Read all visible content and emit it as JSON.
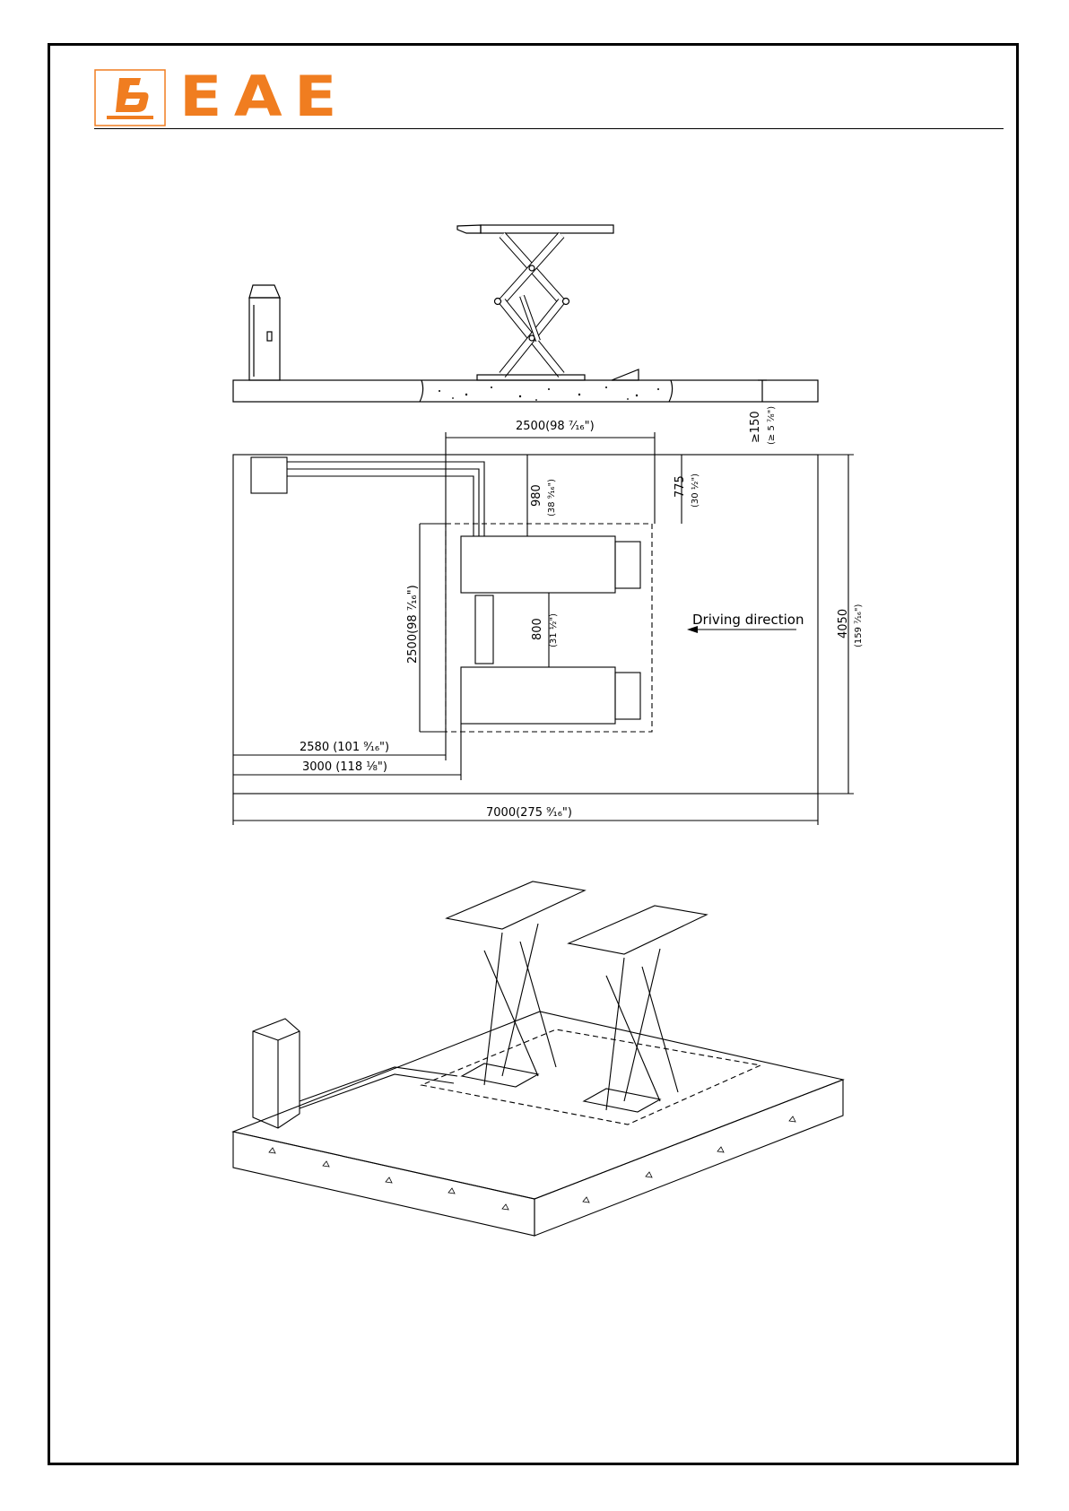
{
  "header": {
    "brand": "EAE",
    "brand_color": "#f07d20",
    "logo_icon": "eae-logo-icon"
  },
  "plan_view": {
    "driving_direction": "Driving direction",
    "dimensions": {
      "top_width": "2500(98 ⁷⁄₁₆\")",
      "depth_980": "980",
      "depth_980_in": "(38 ⁹⁄₁₆\")",
      "depth_775": "775",
      "depth_775_in": "(30 ½\")",
      "left_height": "2500(98 ⁷⁄₁₆\")",
      "gap_800": "800",
      "gap_800_in": "(31 ½\")",
      "height_4050": "4050",
      "height_4050_in": "(159 ⁷⁄₁₆\")",
      "offset_2580": "2580 (101 ⁹⁄₁₆\")",
      "offset_3000": "3000 (118 ⅛\")",
      "total_7000": "7000(275 ⁹⁄₁₆\")"
    }
  },
  "side_view": {
    "dimensions": {
      "depth_150": "≥150",
      "depth_150_in": "(≥ 5 ⁷⁄₈\")"
    }
  }
}
